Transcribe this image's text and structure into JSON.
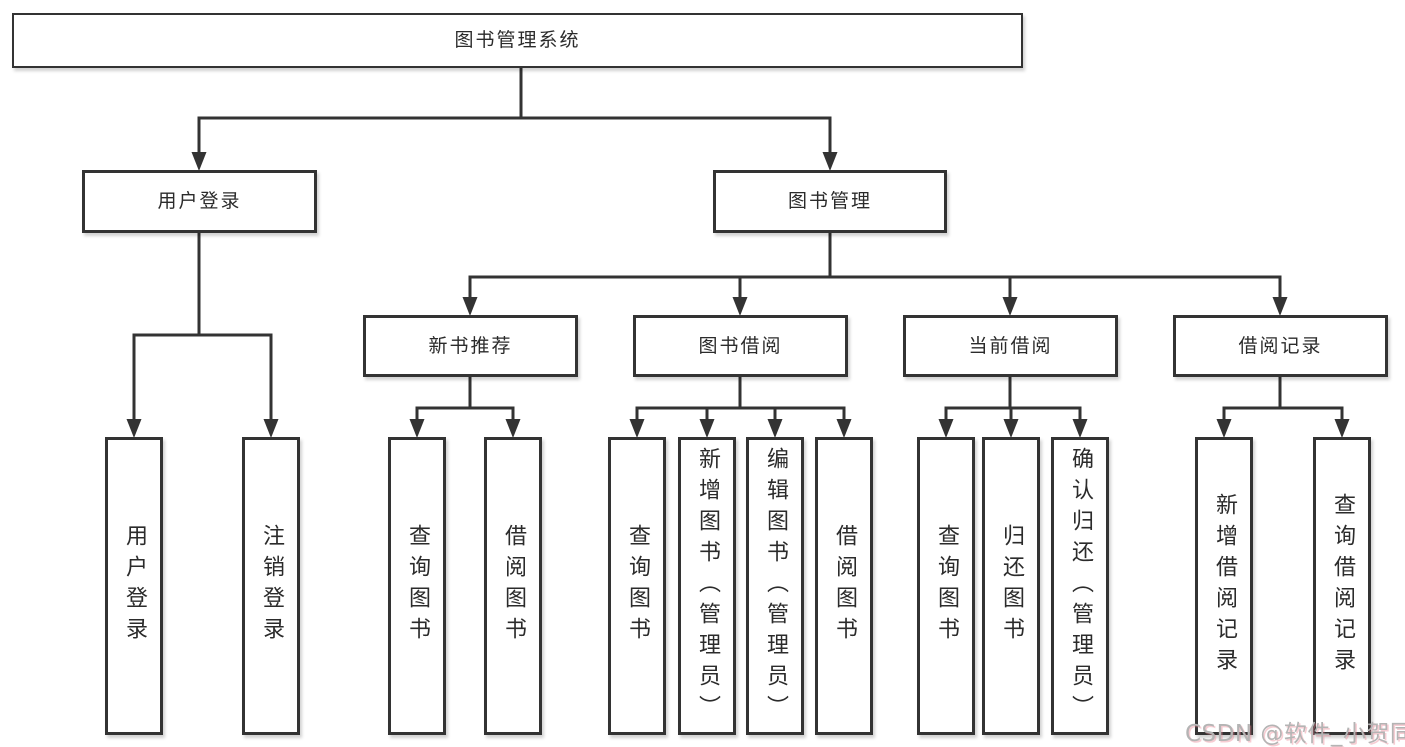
{
  "diagram": {
    "root": {
      "label": "图书管理系统"
    },
    "branches": [
      {
        "label": "用户登录",
        "children": [
          {
            "label": "用户登录"
          },
          {
            "label": "注销登录"
          }
        ]
      },
      {
        "label": "图书管理",
        "children": [
          {
            "label": "新书推荐",
            "children": [
              {
                "label": "查询图书"
              },
              {
                "label": "借阅图书"
              }
            ]
          },
          {
            "label": "图书借阅",
            "children": [
              {
                "label": "查询图书"
              },
              {
                "label": "新增图书（管理员）"
              },
              {
                "label": "编辑图书（管理员）"
              },
              {
                "label": "借阅图书"
              }
            ]
          },
          {
            "label": "当前借阅",
            "children": [
              {
                "label": "查询图书"
              },
              {
                "label": "归还图书"
              },
              {
                "label": "确认归还（管理员）"
              }
            ]
          },
          {
            "label": "借阅记录",
            "children": [
              {
                "label": "新增借阅记录"
              },
              {
                "label": "查询借阅记录"
              }
            ]
          }
        ]
      }
    ]
  },
  "watermark": {
    "text": "CSDN @软件_小贺同学"
  },
  "colors": {
    "line": "#333333",
    "text": "#2b2b2b",
    "background": "#ffffff",
    "watermark": "#b4b4b4"
  }
}
